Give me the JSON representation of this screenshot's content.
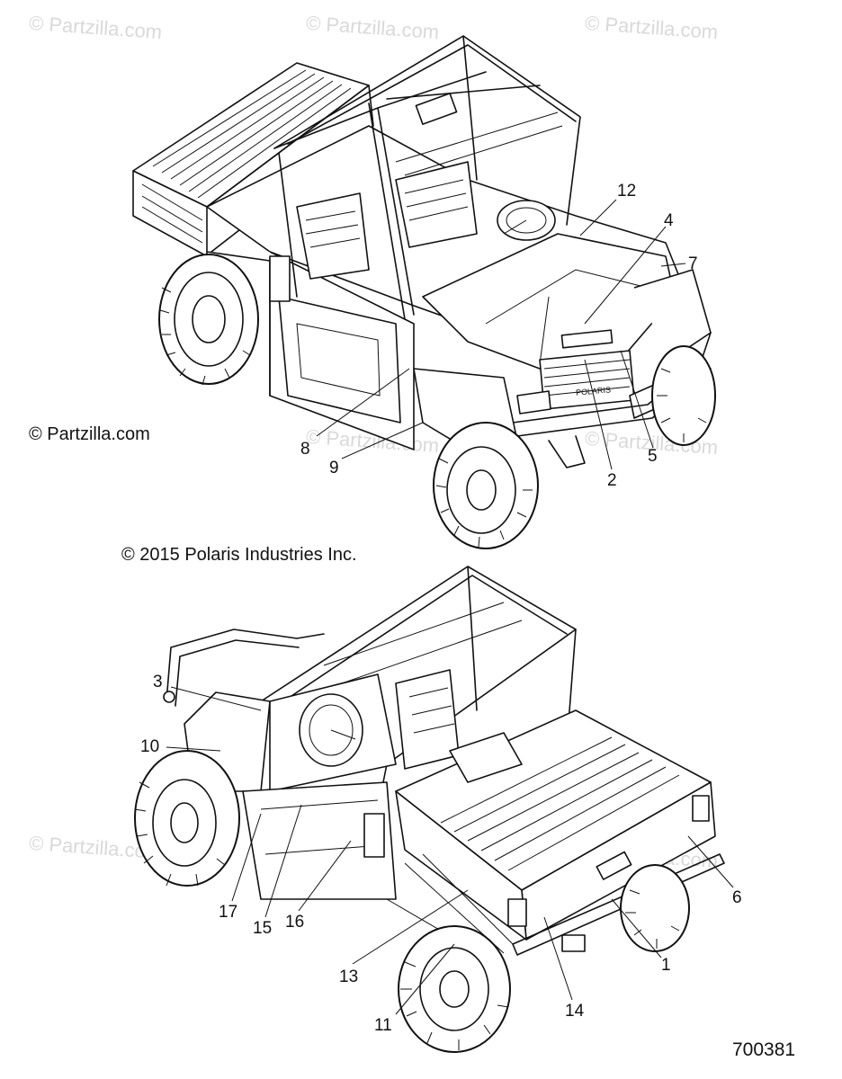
{
  "watermarks": {
    "top": [
      "© Partzilla.com",
      "© Partzilla.com",
      "© Partzilla.com"
    ],
    "middle": [
      "© Partzilla.com",
      "© Partzilla.com"
    ],
    "bottom": [
      "© Partzilla.com",
      "© Partzilla.com"
    ]
  },
  "copyright_partzilla": "© Partzilla.com",
  "copyright_polaris": "© 2015 Polaris Industries Inc.",
  "part_number": "700381",
  "top_callouts": {
    "c12": "12",
    "c4": "4",
    "c7": "7",
    "c8": "8",
    "c9": "9",
    "c2": "2",
    "c5": "5"
  },
  "bottom_callouts": {
    "c3": "3",
    "c10": "10",
    "c17": "17",
    "c15": "15",
    "c16": "16",
    "c13": "13",
    "c11": "11",
    "c14": "14",
    "c1": "1",
    "c6": "6"
  },
  "logo_text": "POLARIS"
}
